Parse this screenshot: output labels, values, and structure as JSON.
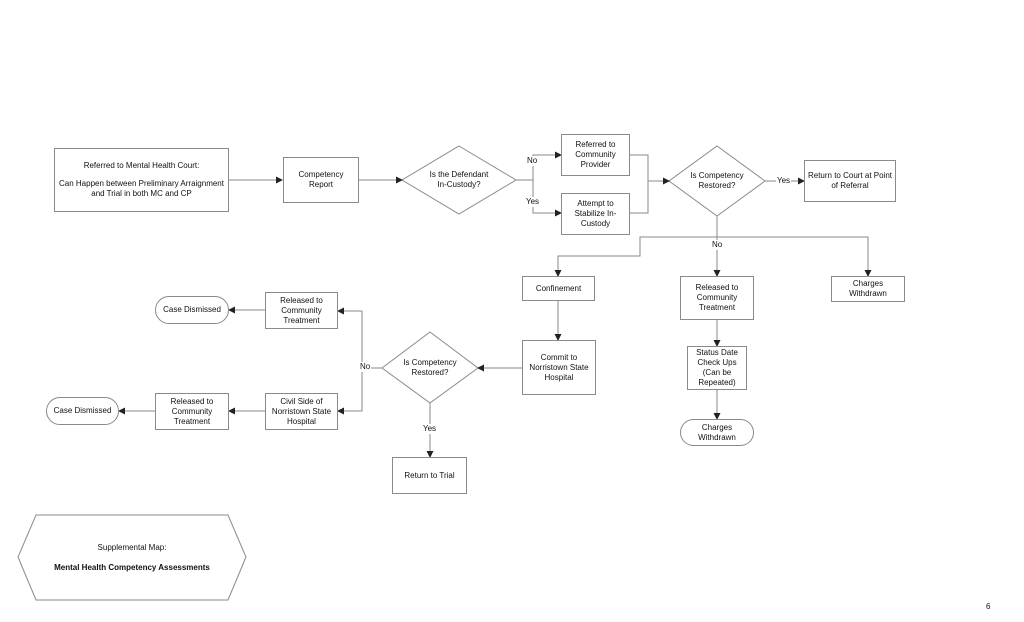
{
  "nodes": {
    "referred_mhc": {
      "line1": "Referred to Mental Health Court:",
      "line2": "Can Happen between Preliminary Arraignment and Trial in both MC and CP"
    },
    "competency_report": "Competency\nReport",
    "in_custody_q": "Is the Defendant\nIn-Custody?",
    "referred_community_provider": "Referred to\nCommunity\nProvider",
    "attempt_stabilize": "Attempt to\nStabilize In-\nCustody",
    "competency_restored_q1": "Is Competency\nRestored?",
    "return_to_court": "Return to Court at Point\nof Referral",
    "confinement": "Confinement",
    "released_community_1": "Released to\nCommunity\nTreatment",
    "charges_withdrawn_1": "Charges\nWithdrawn",
    "status_date": "Status Date\nCheck Ups\n(Can be\nRepeated)",
    "charges_withdrawn_2": "Charges\nWithdrawn",
    "commit_norristown": "Commit to\nNorristown State\nHospital",
    "competency_restored_q2": "Is Competency\nRestored?",
    "return_to_trial": "Return to Trial",
    "released_community_2": "Released to\nCommunity\nTreatment",
    "case_dismissed_1": "Case Dismissed",
    "civil_side": "Civil Side of\nNorristown State\nHospital",
    "released_community_3": "Released to\nCommunity\nTreatment",
    "case_dismissed_2": "Case Dismissed"
  },
  "edge_labels": {
    "no_custody": "No",
    "yes_custody": "Yes",
    "yes_restored_1": "Yes",
    "no_restored_1": "No",
    "no_restored_2": "No",
    "yes_restored_2": "Yes"
  },
  "supplemental": {
    "line1": "Supplemental Map:",
    "line2": "Mental Health Competency Assessments"
  },
  "page_number": "6",
  "colors": {
    "stroke": "#8a8a8a",
    "arrow": "#222222",
    "text": "#111111"
  }
}
